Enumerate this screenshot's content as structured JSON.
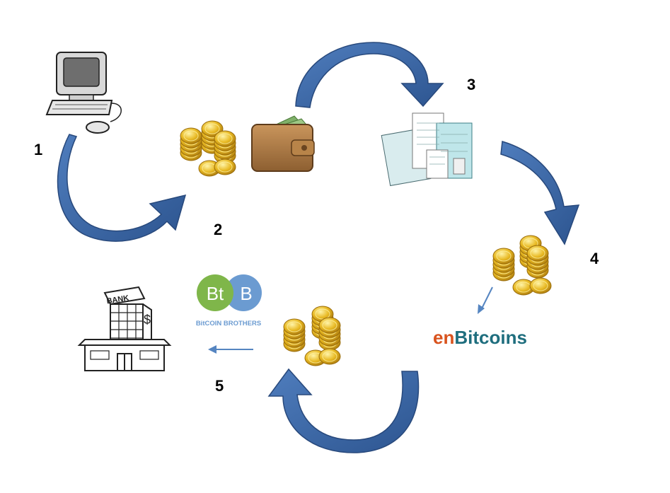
{
  "steps": [
    "1",
    "2",
    "3",
    "4",
    "5"
  ],
  "logos": {
    "btb_left": "Bt",
    "btb_right": "B",
    "btb_caption": "BitCOIN BROTHERS",
    "enbitcoins_en": "en",
    "enbitcoins_rest": "Bitcoins",
    "bank_sign": "BANK"
  },
  "colors": {
    "arrow_fill": "#3f6aa8",
    "arrow_dark": "#2b4f85",
    "thin_arrow": "#5585c1",
    "coin_gold": "#e8b923",
    "coin_light": "#f7df6e",
    "btb_green": "#7fb64a",
    "btb_blue": "#6b9bd1",
    "enbitcoins_orange": "#d9531e",
    "enbitcoins_teal": "#1f6e7e"
  },
  "icons": [
    "computer-icon",
    "coins-icon",
    "wallet-icon",
    "documents-icon",
    "bank-icon"
  ]
}
